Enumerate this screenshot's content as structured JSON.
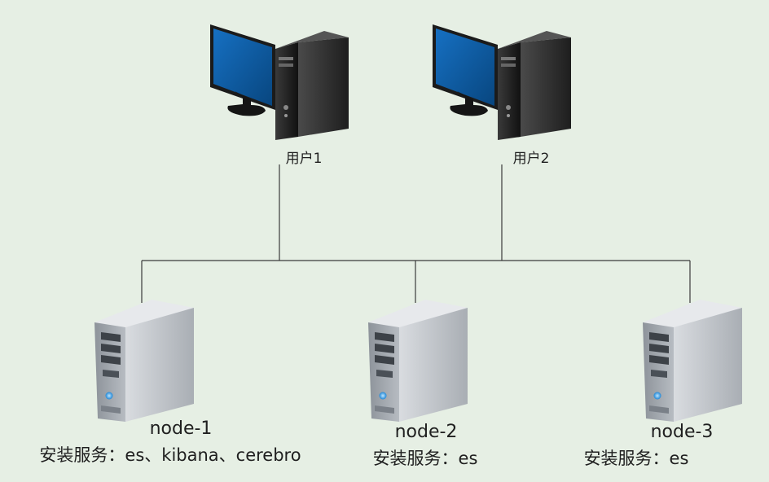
{
  "users": [
    {
      "label": "用户1"
    },
    {
      "label": "用户2"
    }
  ],
  "nodes": [
    {
      "name": "node-1",
      "services": "安装服务：es、kibana、cerebro"
    },
    {
      "name": "node-2",
      "services": "安装服务：es"
    },
    {
      "name": "node-3",
      "services": "安装服务：es"
    }
  ],
  "colors": {
    "background": "#e6efe4",
    "connector": "#3a3a3a",
    "monitor_screen": "#0d5aa0",
    "tower_dark": "#2b2b2b",
    "server_body": "#c8ccd1"
  }
}
